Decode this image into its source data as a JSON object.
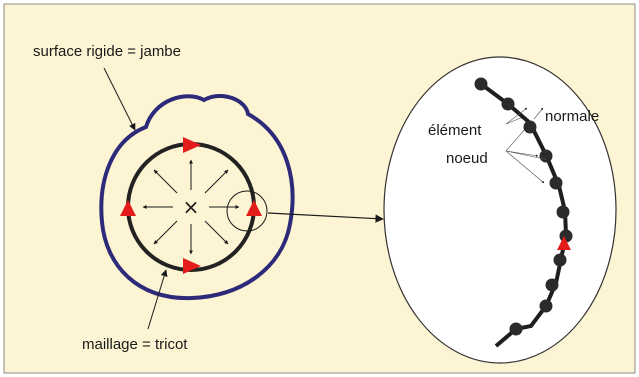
{
  "diagram": {
    "labels": {
      "surface": "surface rigide = jambe",
      "mesh": "maillage = tricot",
      "element": "élément",
      "normal": "normale",
      "node": "noeud"
    },
    "center_mark": "×",
    "colors": {
      "background": "#fcf4d2",
      "border": "#7a7a7a",
      "leg_outline": "#2e2a7a",
      "mesh_ring": "#222222",
      "triangle": "#e31b1b",
      "node": "#2b2b2b",
      "arrow": "#1a1a1a"
    }
  }
}
